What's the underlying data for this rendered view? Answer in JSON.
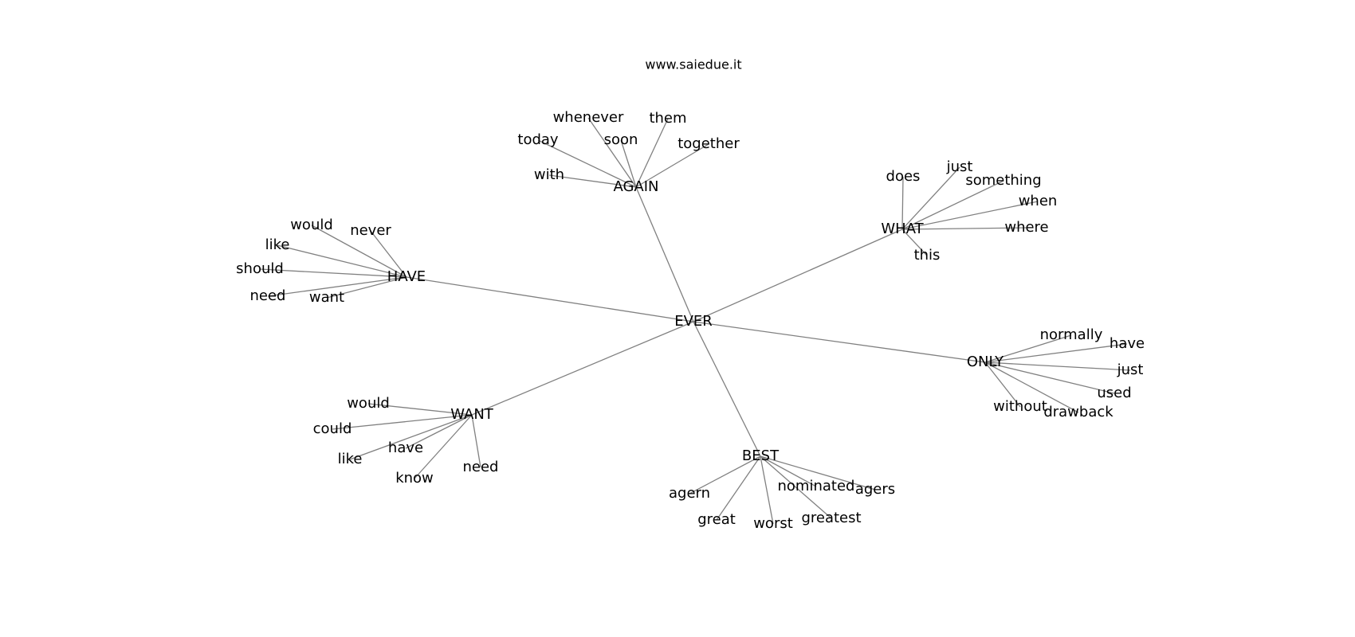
{
  "title": "www.saiedue.it",
  "graph": {
    "root": "EVER",
    "hubs": [
      {
        "id": "AGAIN",
        "label": "AGAIN",
        "leaves": [
          "with",
          "today",
          "whenever",
          "soon",
          "them",
          "together"
        ]
      },
      {
        "id": "WHAT",
        "label": "WHAT",
        "leaves": [
          "does",
          "just",
          "something",
          "when",
          "where",
          "this"
        ]
      },
      {
        "id": "HAVE",
        "label": "HAVE",
        "leaves": [
          "would",
          "never",
          "like",
          "should",
          "need",
          "want"
        ]
      },
      {
        "id": "ONLY",
        "label": "ONLY",
        "leaves": [
          "normally",
          "have",
          "just",
          "used",
          "drawback",
          "without"
        ]
      },
      {
        "id": "WANT",
        "label": "WANT",
        "leaves": [
          "would",
          "could",
          "like",
          "have",
          "know",
          "need"
        ]
      },
      {
        "id": "BEST",
        "label": "BEST",
        "leaves": [
          "agern",
          "great",
          "worst",
          "greatest",
          "nominated",
          "agers"
        ]
      }
    ]
  }
}
